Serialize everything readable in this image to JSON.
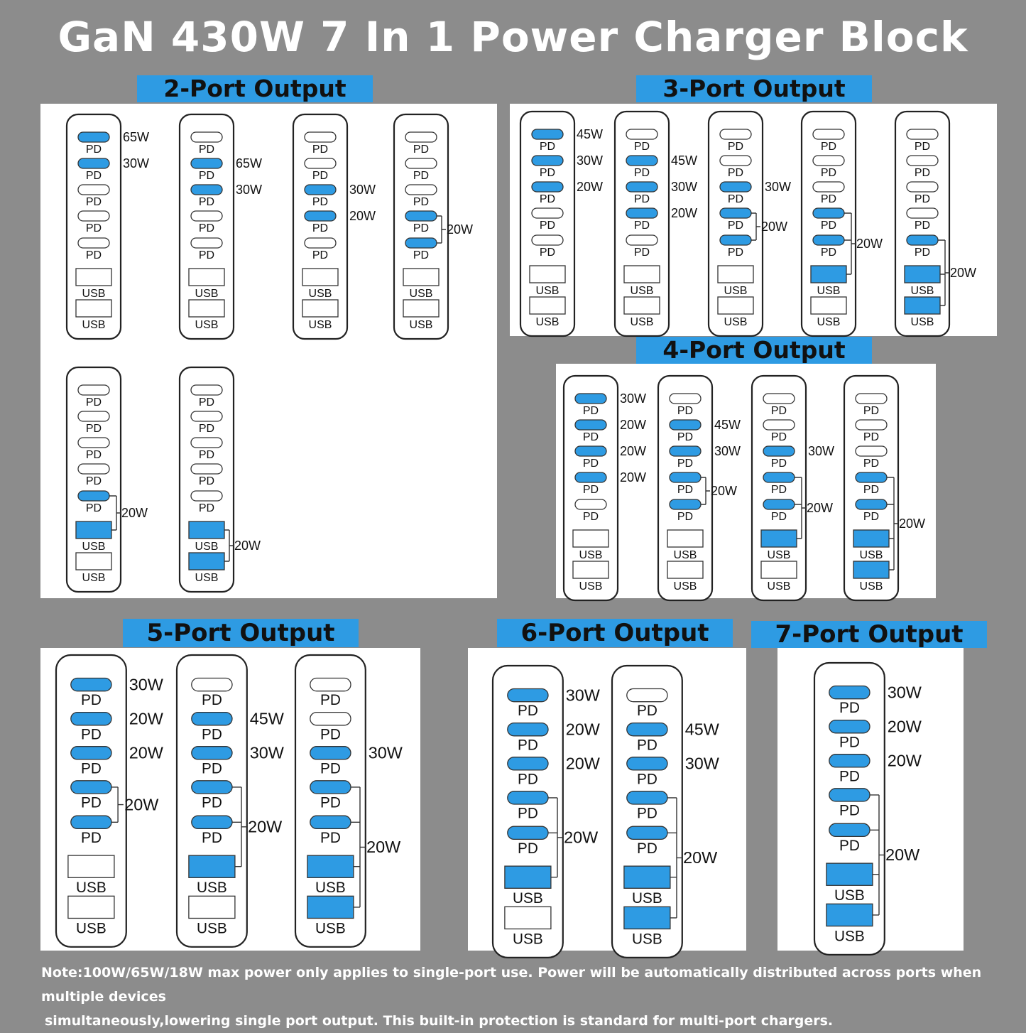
{
  "title": "GaN 430W 7 In 1 Power Charger Block",
  "note": {
    "line1": "Note:100W/65W/18W max power only applies to single-port use. Power will be automatically distributed across ports when multiple devices",
    "line2": "simultaneously,lowering single port output. This built-in protection is standard for multi-port chargers."
  },
  "port_labels": {
    "pd": "PD",
    "usb": "USB"
  },
  "colors": {
    "background": "#8c8c8c",
    "header": "#2e9be3",
    "active_port": "#2e9be3",
    "panel": "#ffffff",
    "text": "#111111"
  },
  "sections": [
    {
      "key": "two",
      "header": "2-Port Output",
      "configs": [
        {
          "active": [
            1,
            1,
            0,
            0,
            0,
            0,
            0
          ],
          "labels": [
            {
              "ports": [
                0
              ],
              "text": "65W"
            },
            {
              "ports": [
                1
              ],
              "text": "30W"
            }
          ]
        },
        {
          "active": [
            0,
            1,
            1,
            0,
            0,
            0,
            0
          ],
          "labels": [
            {
              "ports": [
                1
              ],
              "text": "65W"
            },
            {
              "ports": [
                2
              ],
              "text": "30W"
            }
          ]
        },
        {
          "active": [
            0,
            0,
            1,
            1,
            0,
            0,
            0
          ],
          "labels": [
            {
              "ports": [
                2
              ],
              "text": "30W"
            },
            {
              "ports": [
                3
              ],
              "text": "20W"
            }
          ]
        },
        {
          "active": [
            0,
            0,
            0,
            1,
            1,
            0,
            0
          ],
          "labels": [
            {
              "ports": [
                3,
                4
              ],
              "text": "20W"
            }
          ]
        },
        {
          "active": [
            0,
            0,
            0,
            0,
            1,
            1,
            0
          ],
          "labels": [
            {
              "ports": [
                4,
                5
              ],
              "text": "20W"
            }
          ]
        },
        {
          "active": [
            0,
            0,
            0,
            0,
            0,
            1,
            1
          ],
          "labels": [
            {
              "ports": [
                5,
                6
              ],
              "text": "20W"
            }
          ]
        }
      ]
    },
    {
      "key": "three",
      "header": "3-Port Output",
      "configs": [
        {
          "active": [
            1,
            1,
            1,
            0,
            0,
            0,
            0
          ],
          "labels": [
            {
              "ports": [
                0
              ],
              "text": "45W"
            },
            {
              "ports": [
                1
              ],
              "text": "30W"
            },
            {
              "ports": [
                2
              ],
              "text": "20W"
            }
          ]
        },
        {
          "active": [
            0,
            1,
            1,
            1,
            0,
            0,
            0
          ],
          "labels": [
            {
              "ports": [
                1
              ],
              "text": "45W"
            },
            {
              "ports": [
                2
              ],
              "text": "30W"
            },
            {
              "ports": [
                3
              ],
              "text": "20W"
            }
          ]
        },
        {
          "active": [
            0,
            0,
            1,
            1,
            1,
            0,
            0
          ],
          "labels": [
            {
              "ports": [
                2
              ],
              "text": "30W"
            },
            {
              "ports": [
                3,
                4
              ],
              "text": "20W"
            }
          ]
        },
        {
          "active": [
            0,
            0,
            0,
            1,
            1,
            1,
            0
          ],
          "labels": [
            {
              "ports": [
                3,
                4,
                5
              ],
              "text": "20W"
            }
          ]
        },
        {
          "active": [
            0,
            0,
            0,
            0,
            1,
            1,
            1
          ],
          "labels": [
            {
              "ports": [
                4,
                5,
                6
              ],
              "text": "20W"
            }
          ]
        }
      ]
    },
    {
      "key": "four",
      "header": "4-Port Output",
      "configs": [
        {
          "active": [
            1,
            1,
            1,
            1,
            0,
            0,
            0
          ],
          "labels": [
            {
              "ports": [
                0
              ],
              "text": "30W"
            },
            {
              "ports": [
                1
              ],
              "text": "20W"
            },
            {
              "ports": [
                2
              ],
              "text": "20W"
            },
            {
              "ports": [
                3
              ],
              "text": "20W"
            }
          ]
        },
        {
          "active": [
            0,
            1,
            1,
            1,
            1,
            0,
            0
          ],
          "labels": [
            {
              "ports": [
                1
              ],
              "text": "45W"
            },
            {
              "ports": [
                2
              ],
              "text": "30W"
            },
            {
              "ports": [
                3,
                4
              ],
              "text": "20W"
            }
          ]
        },
        {
          "active": [
            0,
            0,
            1,
            1,
            1,
            1,
            0
          ],
          "labels": [
            {
              "ports": [
                2
              ],
              "text": "30W"
            },
            {
              "ports": [
                3,
                4,
                5
              ],
              "text": "20W"
            }
          ]
        },
        {
          "active": [
            0,
            0,
            0,
            1,
            1,
            1,
            1
          ],
          "labels": [
            {
              "ports": [
                3,
                4,
                5,
                6
              ],
              "text": "20W"
            }
          ]
        }
      ]
    },
    {
      "key": "five",
      "header": "5-Port Output",
      "configs": [
        {
          "active": [
            1,
            1,
            1,
            1,
            1,
            0,
            0
          ],
          "labels": [
            {
              "ports": [
                0
              ],
              "text": "30W"
            },
            {
              "ports": [
                1
              ],
              "text": "20W"
            },
            {
              "ports": [
                2
              ],
              "text": "20W"
            },
            {
              "ports": [
                3,
                4
              ],
              "text": "20W"
            }
          ]
        },
        {
          "active": [
            0,
            1,
            1,
            1,
            1,
            1,
            0
          ],
          "labels": [
            {
              "ports": [
                1
              ],
              "text": "45W"
            },
            {
              "ports": [
                2
              ],
              "text": "30W"
            },
            {
              "ports": [
                3,
                4,
                5
              ],
              "text": "20W"
            }
          ]
        },
        {
          "active": [
            0,
            0,
            1,
            1,
            1,
            1,
            1
          ],
          "labels": [
            {
              "ports": [
                2
              ],
              "text": "30W"
            },
            {
              "ports": [
                3,
                4,
                5,
                6
              ],
              "text": "20W"
            }
          ]
        }
      ]
    },
    {
      "key": "six",
      "header": "6-Port Output",
      "configs": [
        {
          "active": [
            1,
            1,
            1,
            1,
            1,
            1,
            0
          ],
          "labels": [
            {
              "ports": [
                0
              ],
              "text": "30W"
            },
            {
              "ports": [
                1
              ],
              "text": "20W"
            },
            {
              "ports": [
                2
              ],
              "text": "20W"
            },
            {
              "ports": [
                3,
                4,
                5
              ],
              "text": "20W"
            }
          ]
        },
        {
          "active": [
            0,
            1,
            1,
            1,
            1,
            1,
            1
          ],
          "labels": [
            {
              "ports": [
                1
              ],
              "text": "45W"
            },
            {
              "ports": [
                2
              ],
              "text": "30W"
            },
            {
              "ports": [
                3,
                4,
                5,
                6
              ],
              "text": "20W"
            }
          ]
        }
      ]
    },
    {
      "key": "seven",
      "header": "7-Port Output",
      "configs": [
        {
          "active": [
            1,
            1,
            1,
            1,
            1,
            1,
            1
          ],
          "labels": [
            {
              "ports": [
                0
              ],
              "text": "30W"
            },
            {
              "ports": [
                1
              ],
              "text": "20W"
            },
            {
              "ports": [
                2
              ],
              "text": "20W"
            },
            {
              "ports": [
                3,
                4,
                5,
                6
              ],
              "text": "20W"
            }
          ]
        }
      ]
    }
  ]
}
